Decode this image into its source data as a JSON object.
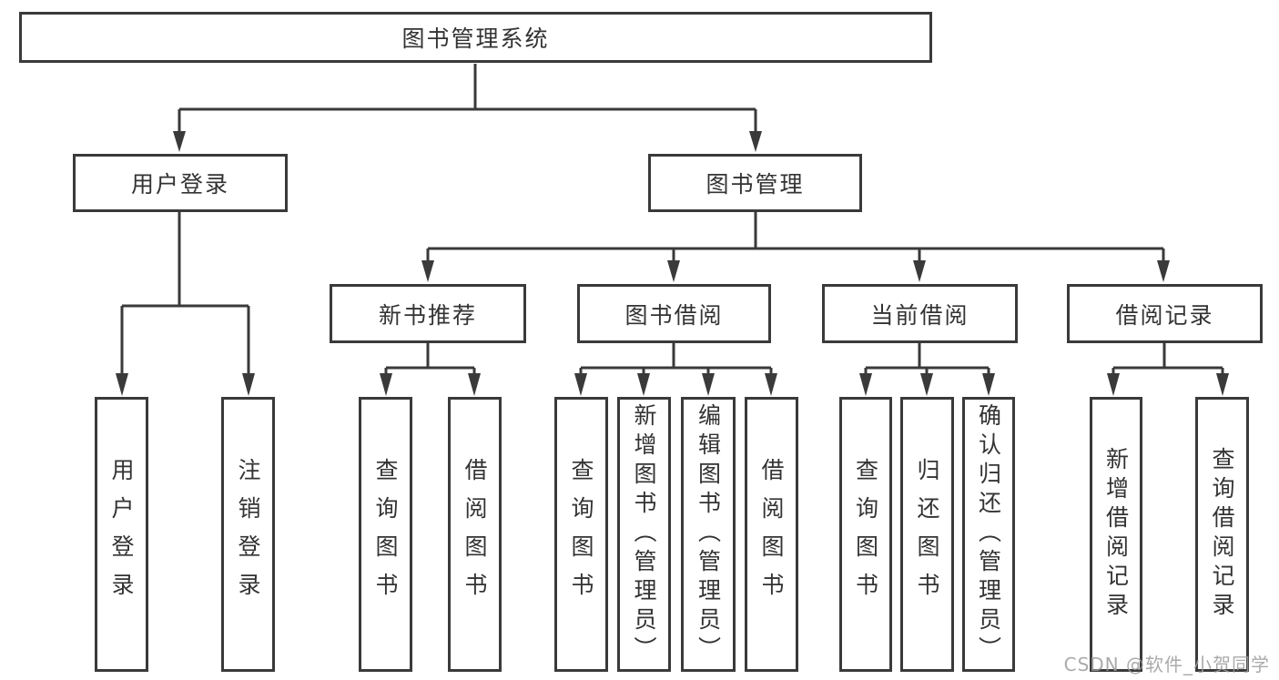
{
  "watermark": "CSDN @软件_小贺同学",
  "colors": {
    "line": "#3a3a3a",
    "text": "#333333",
    "watermark": "#9c9c9c",
    "background": "#ffffff"
  },
  "tree": {
    "root": "图书管理系统",
    "branches": [
      {
        "label": "用户登录",
        "leaves": [
          "用户登录",
          "注销登录"
        ]
      },
      {
        "label": "图书管理",
        "groups": [
          {
            "label": "新书推荐",
            "leaves": [
              "查询图书",
              "借阅图书"
            ]
          },
          {
            "label": "图书借阅",
            "leaves": [
              "查询图书",
              "新增图书（管理员）",
              "编辑图书（管理员）",
              "借阅图书"
            ]
          },
          {
            "label": "当前借阅",
            "leaves": [
              "查询图书",
              "归还图书",
              "确认归还（管理员）"
            ]
          },
          {
            "label": "借阅记录",
            "leaves": [
              "新增借阅记录",
              "查询借阅记录"
            ]
          }
        ]
      }
    ]
  }
}
